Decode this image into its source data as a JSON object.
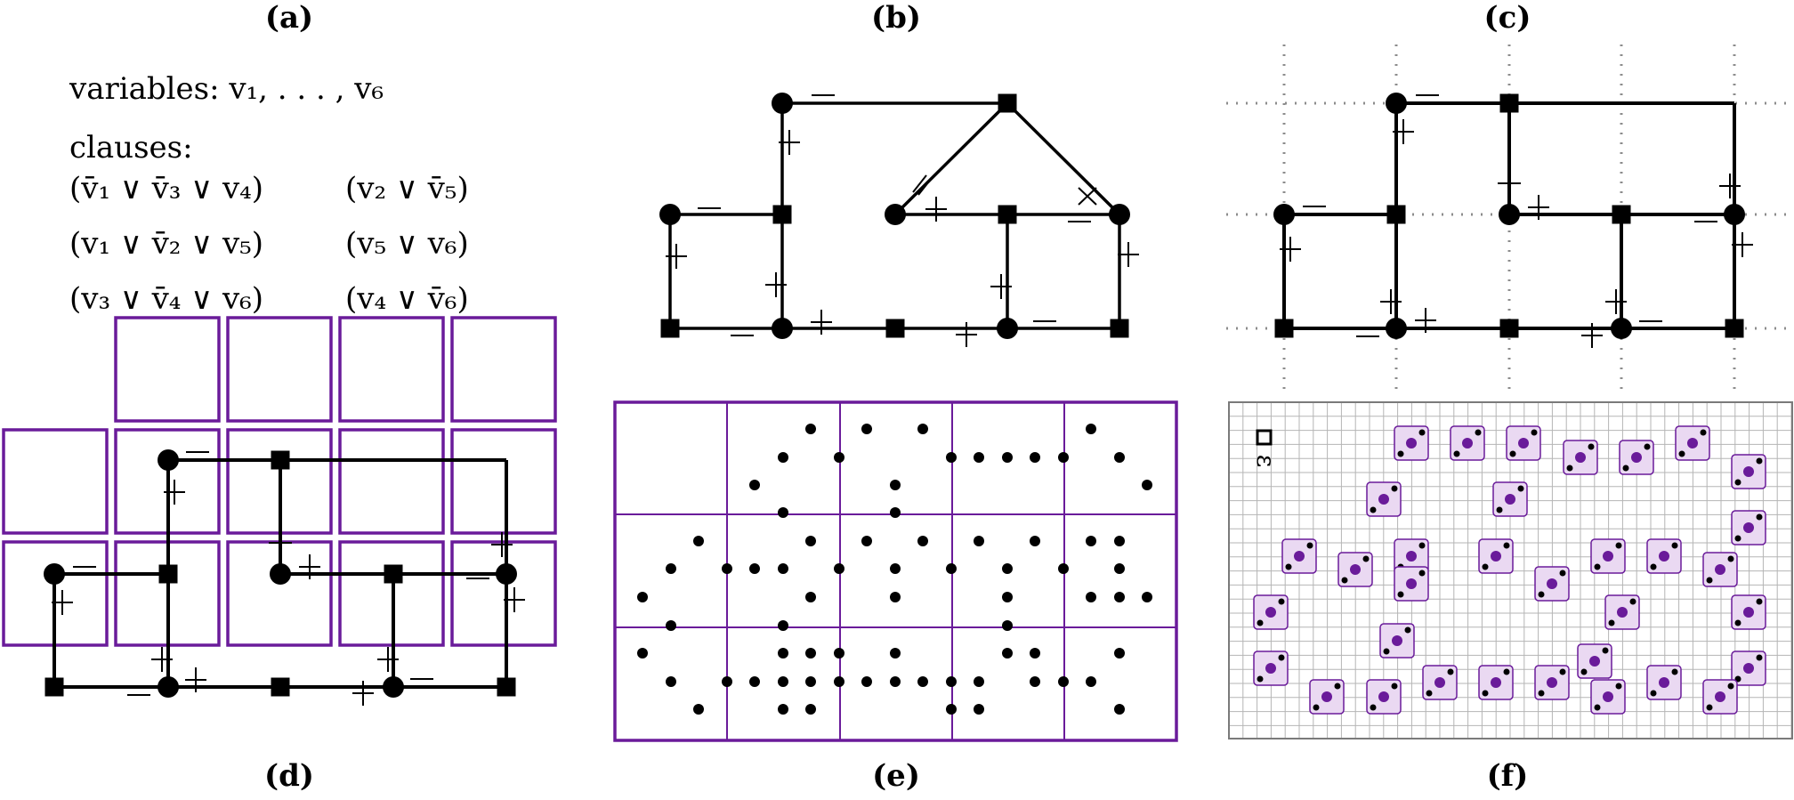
{
  "panels": {
    "a": "(a)",
    "b": "(b)",
    "c": "(c)",
    "d": "(d)",
    "e": "(e)",
    "f": "(f)"
  },
  "formula": {
    "variables_line": "variables:  v₁, . . . , v₆",
    "clauses_heading": "clauses:",
    "clauses": [
      "(v̄₁ ∨ v̄₃ ∨ v₄)",
      "(v₂ ∨ v̄₅)",
      "(v₁ ∨ v̄₂ ∨ v₅)",
      "(v₅ ∨ v₆)",
      "(v₃ ∨ v̄₄ ∨ v₆)",
      "(v₄ ∨ v̄₆)"
    ]
  },
  "epsilon_label": "ε",
  "colors": {
    "ink": "#000000",
    "purple": "#6a1b9a",
    "purple_fill": "#ead9f2",
    "grid": "#b5b5b5",
    "dotted": "#8c8c8c"
  },
  "graph": {
    "variable_marker": "circle",
    "clause_marker": "square",
    "edge_signs": [
      "+",
      "−"
    ]
  }
}
